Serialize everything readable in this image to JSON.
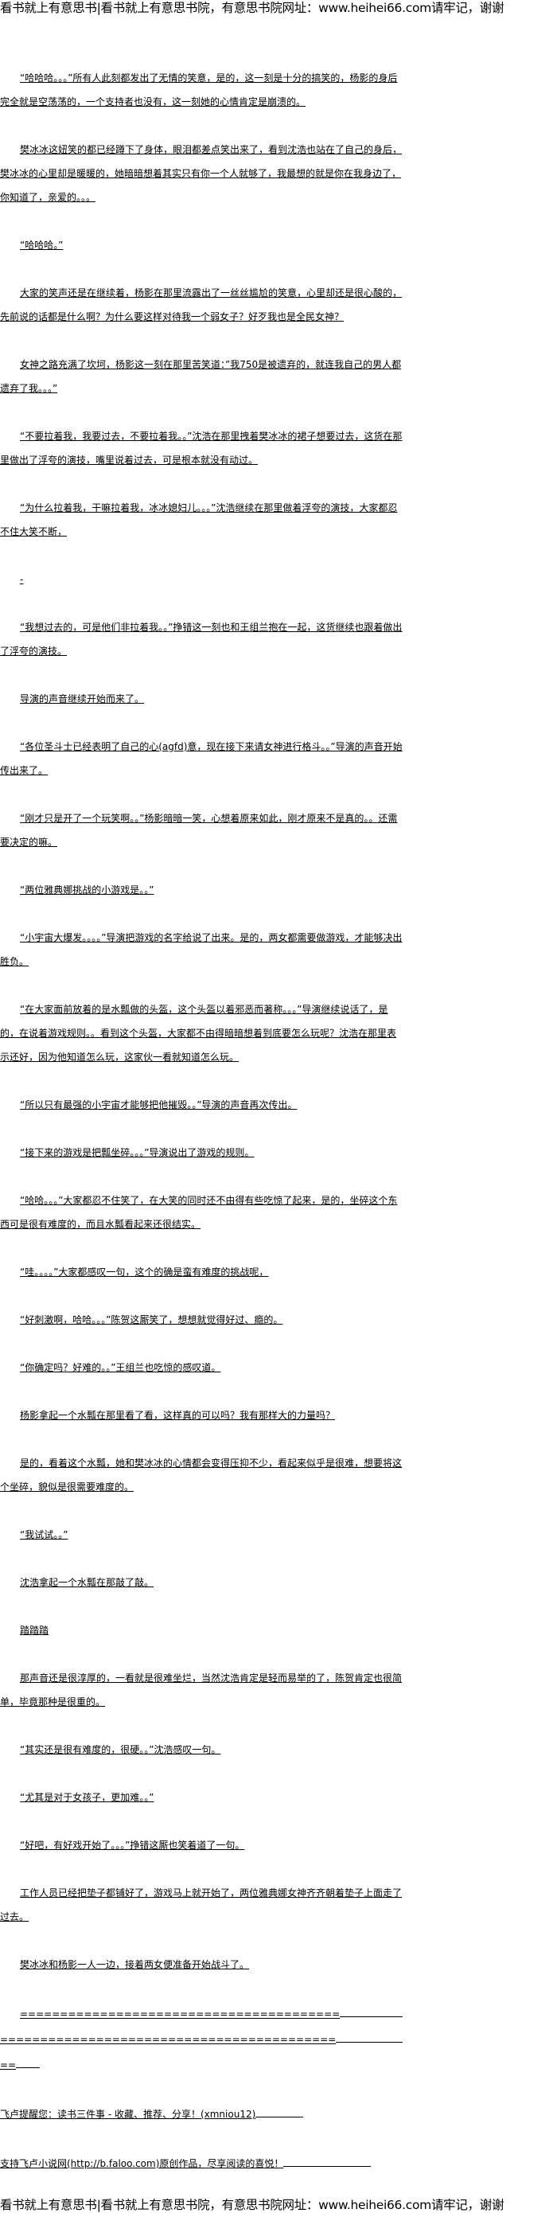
{
  "site_banner": "看书就上有意思书|看书就上有意思书院，有意思书院网址：www.heihei66.com请牢记，谢谢",
  "paragraphs": [
    "“哈哈哈。。。”所有人此刻都发出了无情的笑意，是的，这一刻是十分的搞笑的，杨影的身后完全就是空荡荡的，一个支持者也没有，这一刻她的心情肯定是崩溃的。",
    "樊冰冰这妞笑的都已经蹲下了身体，眼泪都差点笑出来了，看到沈浩也站在了自己的身后，樊冰冰的心里却是暖暖的，她暗暗想着其实只有你一个人就够了，我最想的就是你在我身边了，你知道了，亲爱的。。。",
    "“哈哈哈。”",
    "大家的笑声还是在继续着，杨影在那里流露出了一丝丝尴尬的笑意，心里却还是很心酸的，先前说的话都是什么啊？为什么要这样对待我一个弱女子？好歹我也是全民女神？",
    "女神之路充满了坎坷，杨影这一刻在那里苦笑道：”我750是被遗弃的，就连我自己的男人都遗弃了我。。。”",
    "“不要拉着我，我要过去，不要拉着我。。”沈浩在那里拽着樊冰冰的裙子想要过去，这货在那里做出了浮夸的演技，嘴里说着过去，可是根本就没有动过。",
    "“为什么拉着我，干嘛拉着我，冰冰媳妇儿。。。”沈浩继续在那里做着浮夸的演技，大家都忍不住大笑不断，",
    "-",
    "“我想过去的，可是他们非拉着我。。”挣错这一刻也和王组兰抱在一起，这货继续也跟着做出了浮夸的演技。",
    "导演的声音继续开始而来了。",
    "“各位圣斗士已经表明了自己的心(agfd)意，现在接下来请女神进行格斗。。”导演的声音开始传出来了。",
    "“刚才只是开了一个玩笑啊。。”杨影暗暗一笑，心想着原来如此，刚才原来不是真的。。还需要决定的嘛。",
    "“两位雅典娜挑战的小游戏是。。”",
    "“小宇宙大爆发。。。。”导演把游戏的名字给说了出来。是的，两女都需要做游戏，才能够决出胜负。",
    "“在大家面前放着的是水瓢做的头盔，这个头盔以着邪恶而著称。。。”导演继续说话了，是的，在说着游戏规则。。看到这个头盔，大家都不由得暗暗想着到底要怎么玩呢？沈浩在那里表示还好，因为他知道怎么玩，这家伙一看就知道怎么玩。",
    "“所以只有最强的小宇宙才能够把他摧毁。。”导演的声音再次传出。",
    "“接下来的游戏是把瓢坐碎。。。”导演说出了游戏的规则。",
    "“哈哈。。。”大家都忍不住笑了，在大笑的同时还不由得有些吃惊了起来，是的，坐碎这个东西可是很有难度的，而且水瓢看起来还很结实。",
    "“哇。。。。”大家都感叹一句，这个的确是蛮有难度的挑战呢，",
    "“好刺激啊，哈哈。。。”陈贺这厮笑了，想想就觉得好过、瘾的。",
    "“你确定吗？好难的。。”王组兰也吃惊的感叹道。",
    "杨影拿起一个水瓢在那里看了看，这样真的可以吗？我有那样大的力量吗？",
    "是的，看着这个水瓢，她和樊冰冰的心情都会变得压抑不少，看起来似乎是很难，想要将这个坐碎，貌似是很需要难度的。",
    "“我试试。。”",
    "沈浩拿起一个水瓢在那敲了敲。",
    "踏踏踏",
    "那声音还是很淳厚的，一看就是很难坐烂，当然沈浩肯定是轻而易举的了，陈贺肯定也很简单，毕竟那种是很重的。",
    "“其实还是很有难度的，很硬。。”沈浩感叹一句。",
    "“尤其是对于女孩子，更加难。。”",
    "“好吧，有好戏开始了。。。”挣错这厮也笑着道了一句。",
    "工作人员已经把垫子都铺好了，游戏马上就开始了，两位雅典娜女神齐齐朝着垫子上面走了过去。",
    "樊冰冰和杨影一人一边，接着两女便准备开始战斗了。"
  ],
  "separator": {
    "line1": "========================================",
    "line2": "==========================================",
    "line3": "=="
  },
  "footer": {
    "reminder": "飞卢提醒您：读书三件事 - 收藏、推荐、分享！(xmniou12)",
    "support": "支持飞卢小说网(http://b.faloo.com)原创作品，尽享阅读的喜悦！"
  }
}
